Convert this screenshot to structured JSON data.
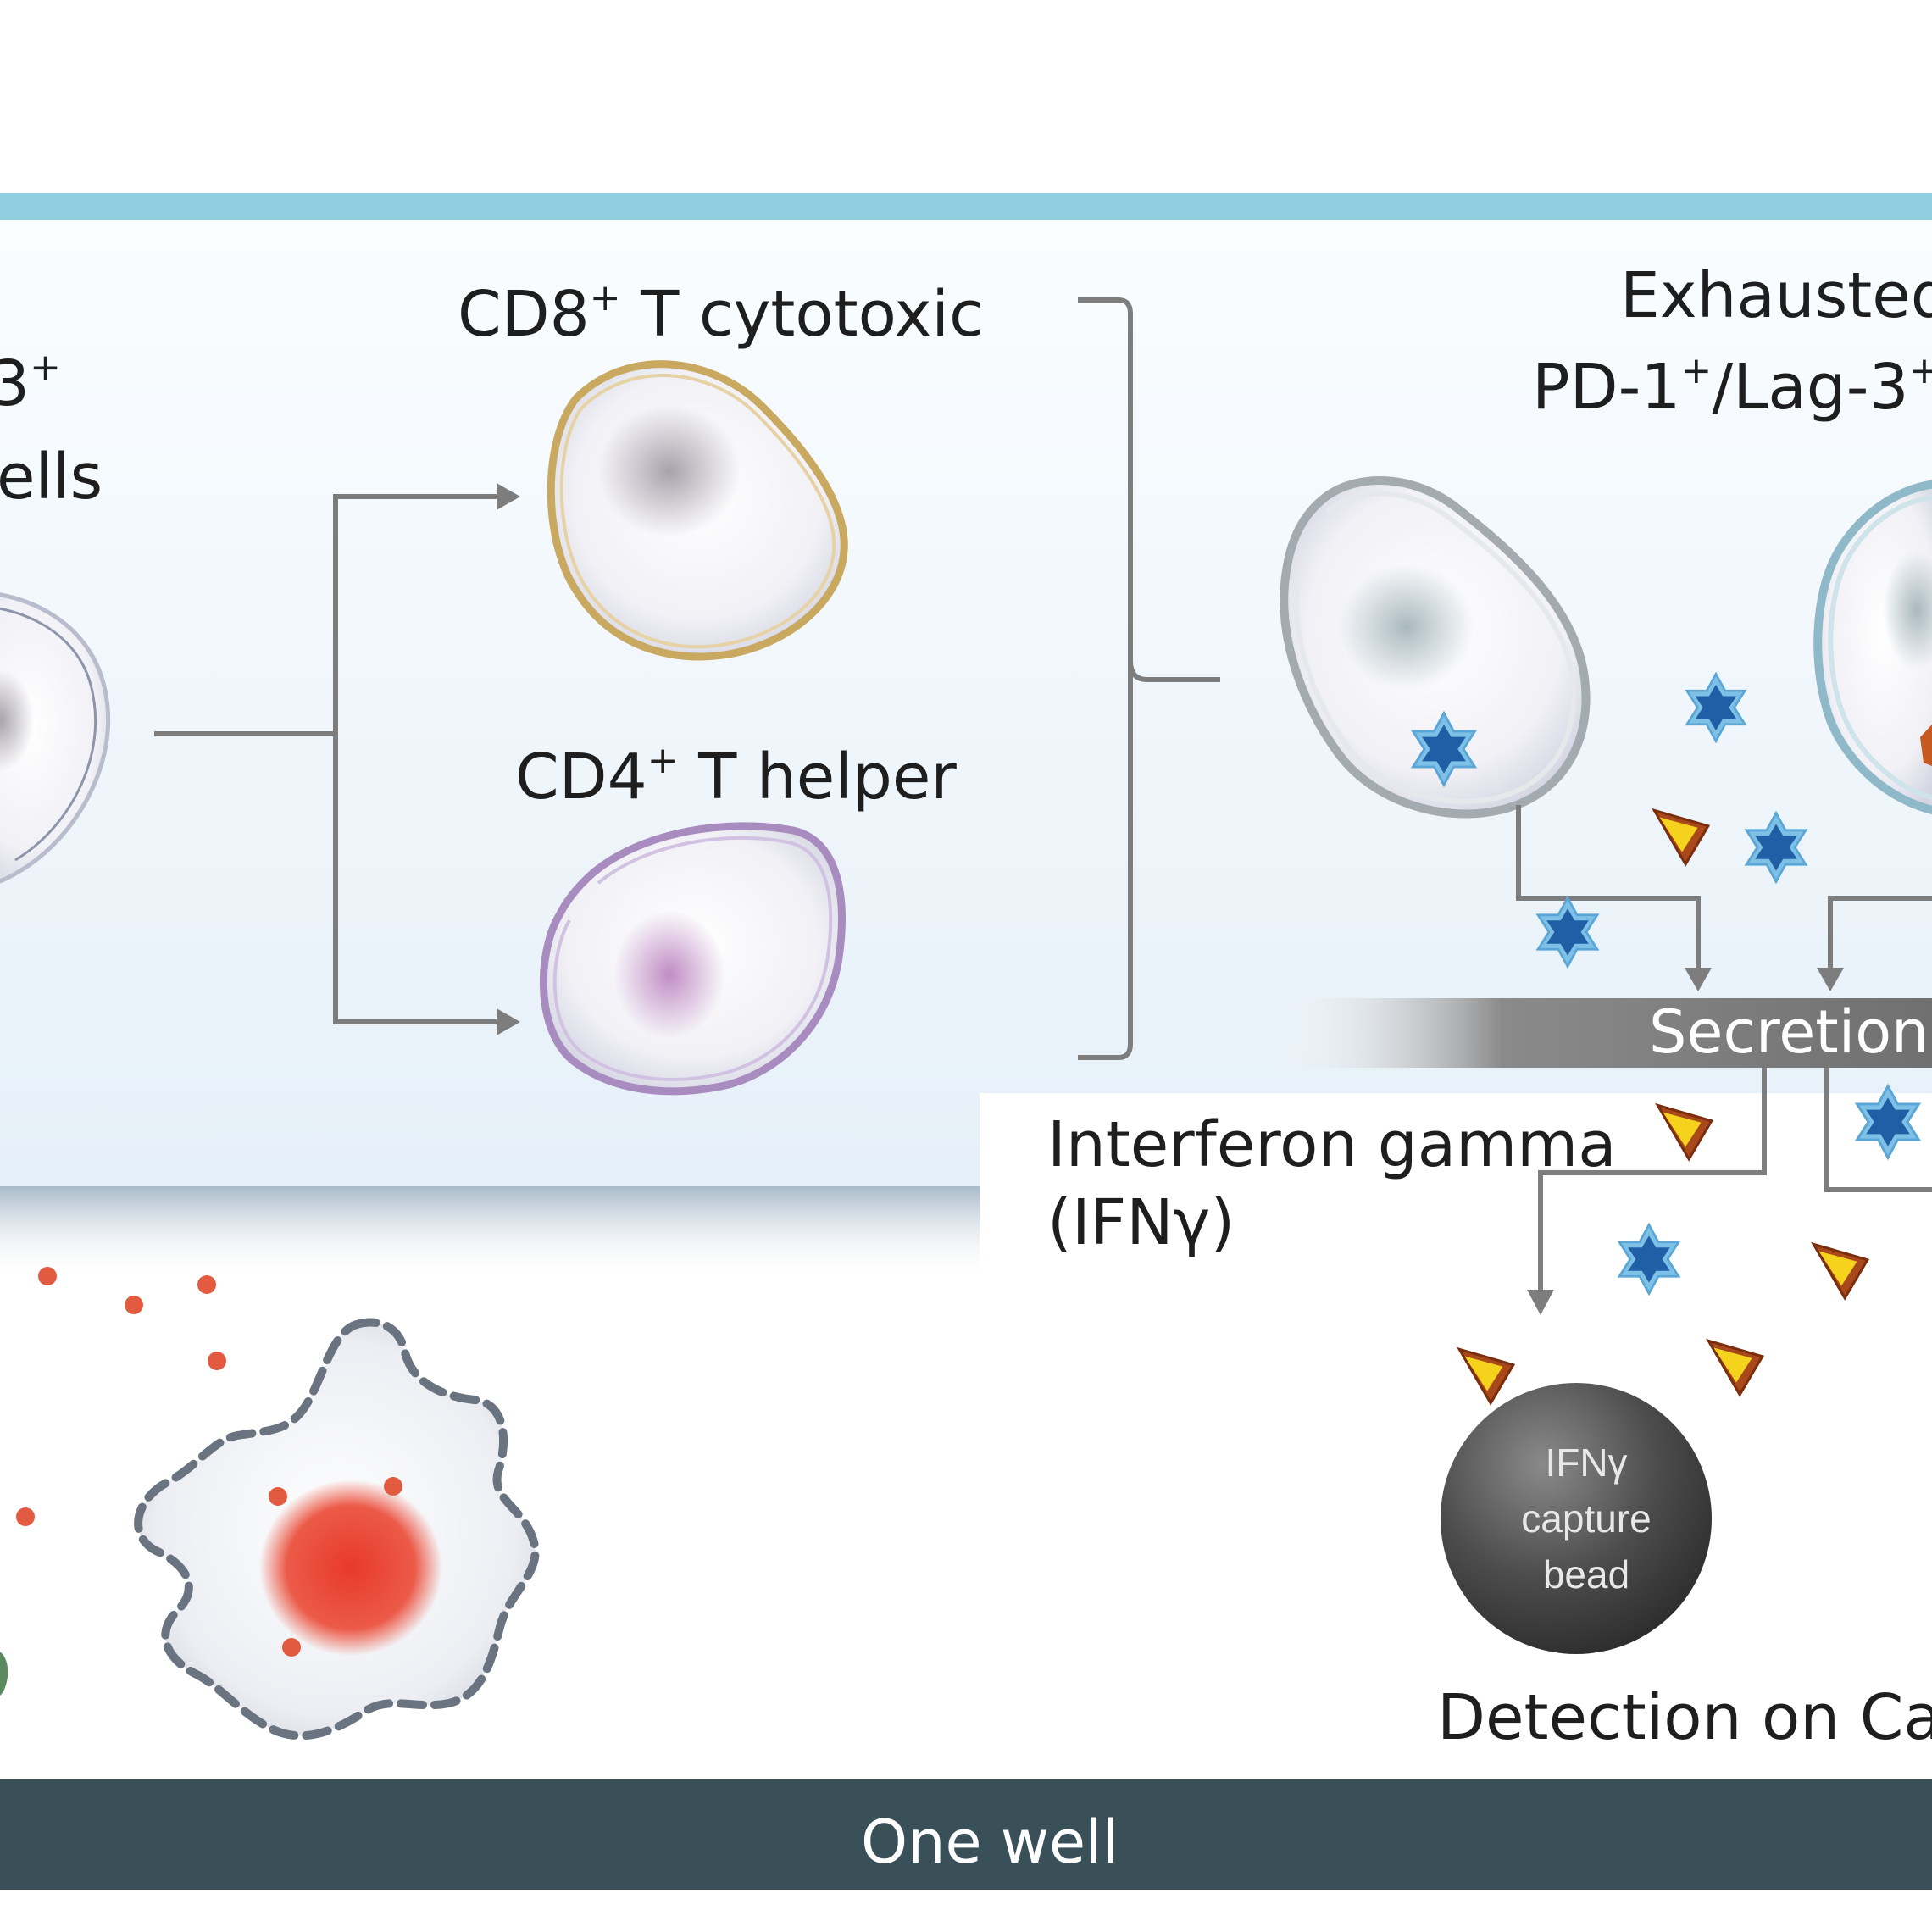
{
  "labels": {
    "cd3_partial_line1": "3",
    "cd3_partial_sup": "+",
    "cd3_partial_line2": "ells",
    "cd8_prefix": "CD8",
    "cd8_sup": "+",
    "cd8_suffix": " T cytotoxic",
    "cd4_prefix": "CD4",
    "cd4_sup": "+",
    "cd4_suffix": " T helper",
    "exhausted_line1": "Exhausted",
    "exhausted_pd1": "PD-1",
    "exhausted_sup1": "+",
    "exhausted_lag3": "/Lag-3",
    "exhausted_sup2": "+",
    "secretion": "Secretion",
    "ifn_line1": "Interferon gamma",
    "ifn_line2": "(IFNγ)",
    "bead_line1": "IFNγ",
    "bead_line2": "capture",
    "bead_line3": "bead",
    "detection": "Detection on Cap",
    "footer": "One well"
  },
  "colors": {
    "top_band": "#8fcfe0",
    "panel_top": "#ffffff",
    "panel_bottom": "#e3eef7",
    "connector": "#7d7d7d",
    "footer_bar": "#3a5058",
    "secretion_bar": "#7a7a7a",
    "cd8_outline": "#c9a860",
    "cd4_outline": "#a88cc0",
    "exhausted_outline": "#b8bfc4",
    "tumor_core": "#e84a3c",
    "tumor_dots": "#e25a40",
    "ifn_cone_yellow": "#f2d21a",
    "ifn_cone_brown": "#b6541e",
    "cytokine_blue": "#2a6ab0",
    "bead": "#4a4a4a"
  },
  "icons": [
    "ifn-gamma-cone-icon",
    "cytokine-star-icon",
    "capture-bead-icon"
  ]
}
